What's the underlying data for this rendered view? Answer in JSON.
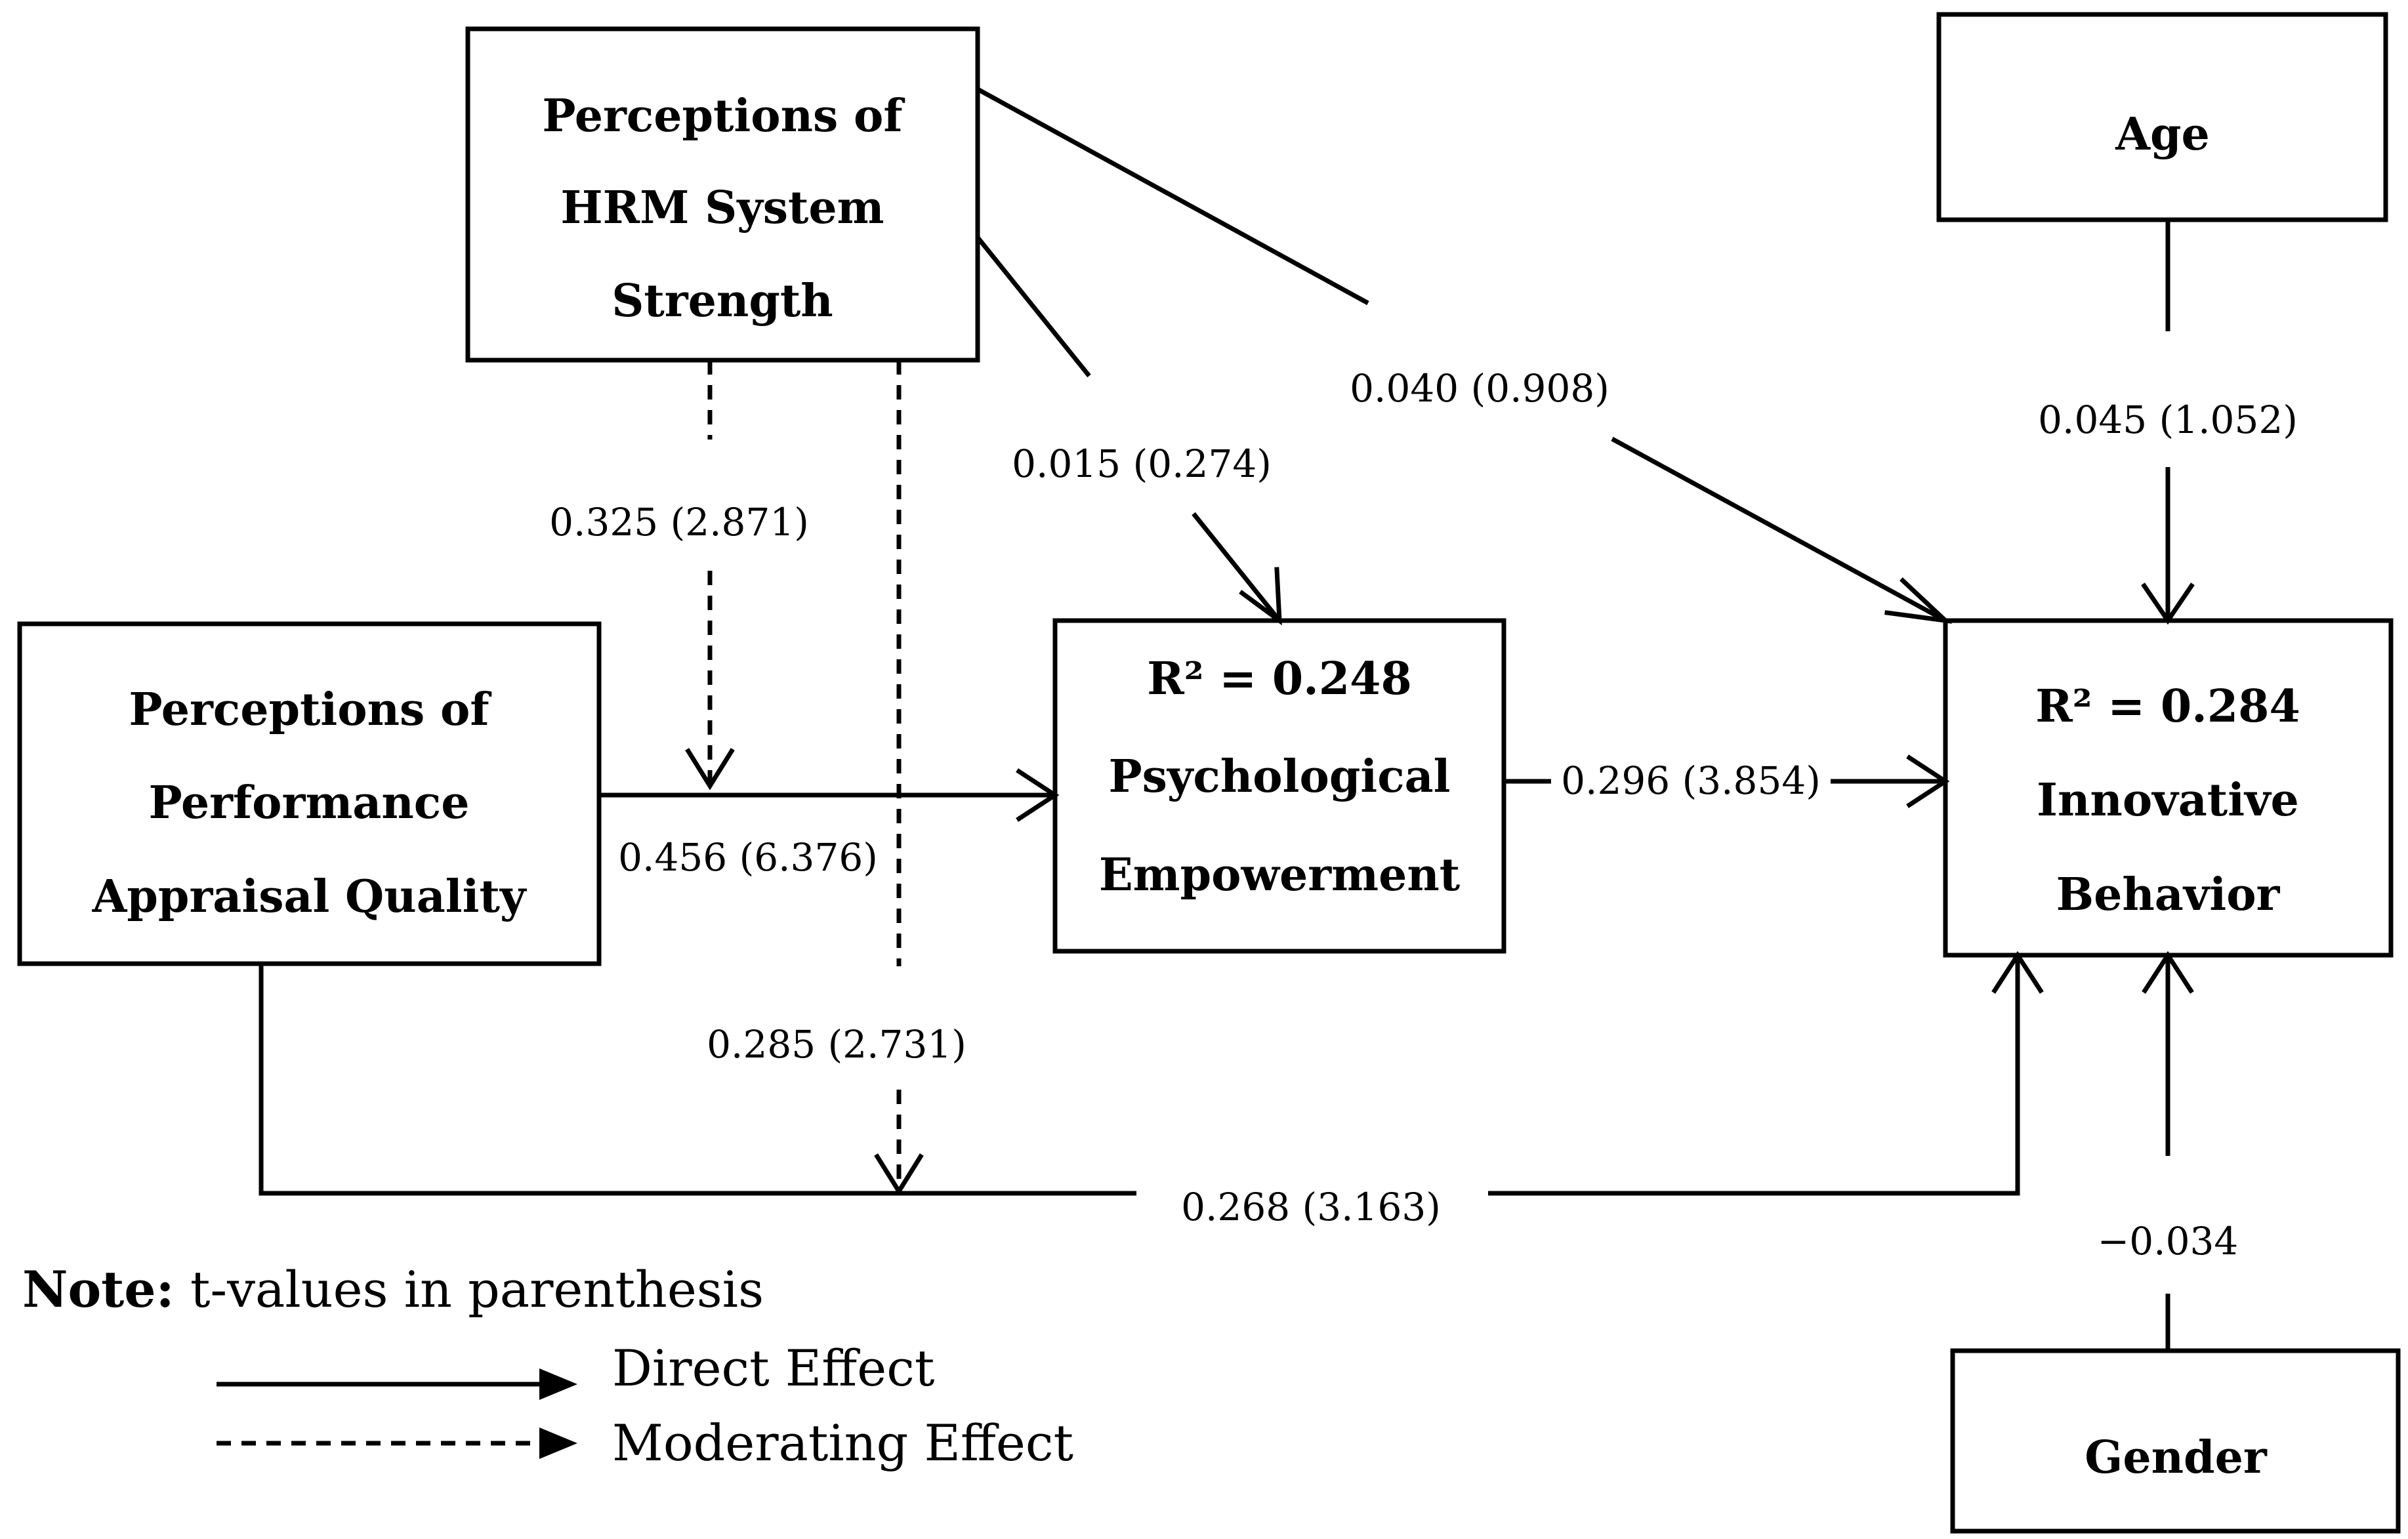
{
  "boxes": {
    "hrm": {
      "lines": [
        "Perceptions of",
        "HRM System",
        "Strength"
      ]
    },
    "appraisal": {
      "lines": [
        "Perceptions of",
        "Performance",
        "Appraisal Quality"
      ]
    },
    "psych": {
      "r2": "R² = 0.248",
      "lines": [
        "Psychological",
        "Empowerment"
      ]
    },
    "innov": {
      "r2": "R² = 0.284",
      "lines": [
        "Innovative",
        "Behavior"
      ]
    },
    "age": {
      "label": "Age"
    },
    "gender": {
      "label": "Gender"
    }
  },
  "edges": {
    "hrm_to_ib": "0.040 (0.908)",
    "hrm_to_pe": "0.015 (0.274)",
    "age_to_ib": "0.045 (1.052)",
    "mod_pe": "0.325 (2.871)",
    "pa_to_pe": "0.456 (6.376)",
    "pe_to_ib": "0.296 (3.854)",
    "mod_ib": "0.285 (2.731)",
    "pa_to_ib": "0.268 (3.163)",
    "gender_to_ib": "−0.034"
  },
  "legend": {
    "note_bold": "Note:",
    "note_text": " t-values in parenthesis",
    "direct": "Direct Effect",
    "moderating": "Moderating Effect"
  }
}
